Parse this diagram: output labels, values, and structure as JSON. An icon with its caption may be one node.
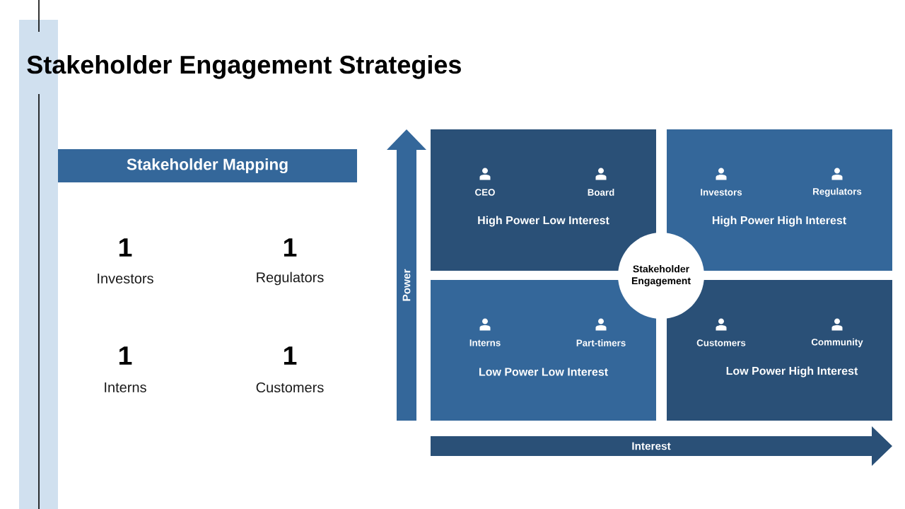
{
  "diagram": {
    "title": "Stakeholder Engagement Strategies",
    "nodes": [
      {
        "text": [],
        "shape": "bar"
      },
      {
        "text": [
          "Stakeholder Mapping"
        ]
      },
      {
        "text": [
          "Power"
        ]
      },
      {
        "text": [
          "CEO",
          "Board",
          "High Power Low Interest"
        ]
      },
      {
        "text": [
          "Investors",
          "Regulators",
          "High Power High Interest"
        ]
      },
      {
        "text": [
          "Interns",
          "Part-timers",
          "Low Power Low Interest"
        ]
      },
      {
        "text": [
          "Customers",
          "Community",
          "Low Power High Interest"
        ]
      },
      {
        "text": [
          "Stakeholder Engagement"
        ]
      },
      {
        "text": [
          "Interest"
        ]
      }
    ],
    "labels": [
      "1",
      "Investors",
      "1",
      "Regulators",
      "1",
      "Interns",
      "1",
      "Customers"
    ]
  }
}
